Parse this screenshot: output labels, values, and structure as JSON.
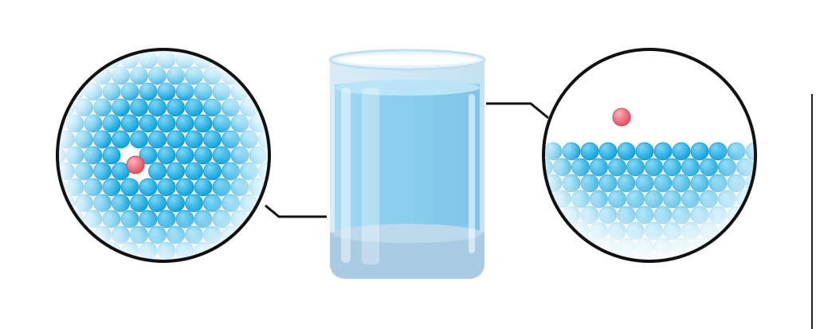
{
  "colors": {
    "background": "#ffffff",
    "outline": "#111111",
    "water_molecule": "#1fb0e6",
    "water_molecule_light": "#bfe8f8",
    "solute_particle": "#f06a78",
    "water": "#8fd0ee",
    "glass_rim": "#e6f4fb",
    "glass_bottom": "#a9cbe4"
  },
  "left_zoom": {
    "description_icon": "magnifier-circle-icon",
    "solute_particles": 1,
    "state": "dissolved-in-water"
  },
  "right_zoom": {
    "description_icon": "magnifier-circle-icon",
    "solute_particles": 1,
    "state": "above-water-surface"
  },
  "glass": {
    "icon": "water-glass-icon"
  }
}
